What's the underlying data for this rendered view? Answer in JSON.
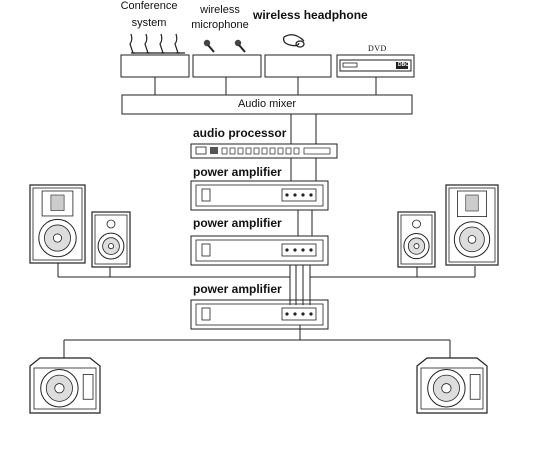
{
  "sources": {
    "conference": {
      "line1": "Conference",
      "line2": "system",
      "icon": "conference-mic-icon"
    },
    "wireless_mic": {
      "line1": "wireless",
      "line2": "microphone",
      "icon": "wireless-microphone-icon"
    },
    "headphone": {
      "label": "wireless headphone",
      "icon": "headset-icon"
    },
    "dvd": {
      "label": "DVD",
      "panel_text": "DBC",
      "icon": "dvd-player-icon"
    }
  },
  "mixer": {
    "label": "Audio mixer"
  },
  "processor": {
    "label": "audio processor"
  },
  "amplifiers": [
    {
      "label": "power amplifier"
    },
    {
      "label": "power amplifier"
    },
    {
      "label": "power amplifier"
    }
  ],
  "speakers": {
    "main": [
      "large-speaker-icon",
      "large-speaker-icon"
    ],
    "fill": [
      "small-speaker-icon",
      "small-speaker-icon"
    ],
    "floor": [
      "floor-monitor-icon",
      "floor-monitor-icon"
    ]
  },
  "colors": {
    "line": "#222222",
    "speaker_fill": "#dddddd",
    "connector": "#999999"
  }
}
